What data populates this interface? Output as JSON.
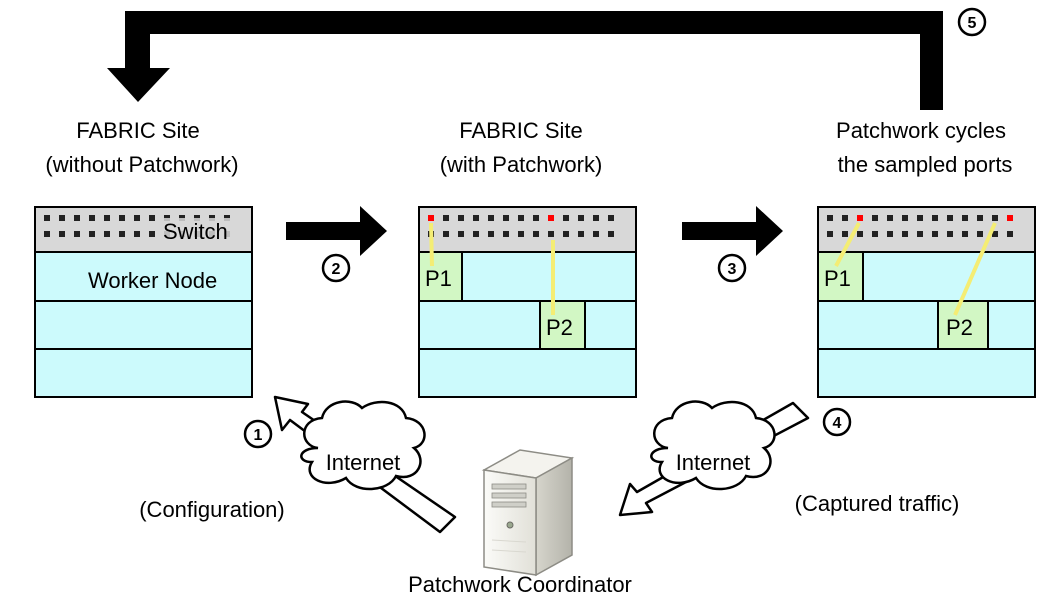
{
  "sites": [
    {
      "title_line1": "FABRIC Site",
      "title_line2": "(without Patchwork)",
      "switch_label": "Switch",
      "worker_label": "Worker Node"
    },
    {
      "title_line1": "FABRIC Site",
      "title_line2": "(with Patchwork)",
      "pod1_label": "P1",
      "pod2_label": "P2"
    },
    {
      "title_line1": "Patchwork cycles",
      "title_line2": "the sampled ports",
      "pod1_label": "P1",
      "pod2_label": "P2"
    }
  ],
  "steps": [
    "1",
    "2",
    "3",
    "4",
    "5"
  ],
  "clouds": [
    "Internet",
    "Internet"
  ],
  "annotations": {
    "left": "(Configuration)",
    "right": "(Captured traffic)"
  },
  "coordinator": {
    "label": "Patchwork Coordinator",
    "icon": "server-icon"
  },
  "colors": {
    "switch_fill": "#d8d8d8",
    "node_fill": "#ccfafc",
    "pod_fill": "#d2f7c4",
    "link": "#f4ed74",
    "active_port": "#ff0000",
    "arrow": "#000000"
  }
}
